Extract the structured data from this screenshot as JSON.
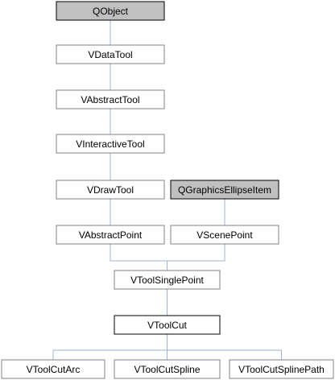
{
  "diagram": {
    "type": "class-inheritance-diagram",
    "colors": {
      "node_border_gray": "#808080",
      "node_border_current": "#000000",
      "node_fill": "#ffffff",
      "node_fill_external": "#c0c0c0",
      "edge": "#9ab5d3"
    },
    "nodes": {
      "qobject": "QObject",
      "vdatatool": "VDataTool",
      "vabstracttool": "VAbstractTool",
      "vinteractivetool": "VInteractiveTool",
      "vdrawtool": "VDrawTool",
      "qgraphicsellipseitem": "QGraphicsEllipseItem",
      "vabstractpoint": "VAbstractPoint",
      "vscenepoint": "VScenePoint",
      "vtoolsinglepoint": "VToolSinglePoint",
      "vtoolcut": "VToolCut",
      "vtoolcutarc": "VToolCutArc",
      "vtoolcutspline": "VToolCutSpline",
      "vtoolcutsplinepath": "VToolCutSplinePath"
    },
    "edges": [
      {
        "from": "vdatatool",
        "to": "qobject"
      },
      {
        "from": "vabstracttool",
        "to": "vdatatool"
      },
      {
        "from": "vinteractivetool",
        "to": "vabstracttool"
      },
      {
        "from": "vdrawtool",
        "to": "vinteractivetool"
      },
      {
        "from": "vabstractpoint",
        "to": "vdrawtool"
      },
      {
        "from": "vscenepoint",
        "to": "qgraphicsellipseitem"
      },
      {
        "from": "vtoolsinglepoint",
        "to": "vabstractpoint"
      },
      {
        "from": "vtoolsinglepoint",
        "to": "vscenepoint"
      },
      {
        "from": "vtoolcut",
        "to": "vtoolsinglepoint"
      },
      {
        "from": "vtoolcutarc",
        "to": "vtoolcut"
      },
      {
        "from": "vtoolcutspline",
        "to": "vtoolcut"
      },
      {
        "from": "vtoolcutsplinepath",
        "to": "vtoolcut"
      }
    ]
  }
}
